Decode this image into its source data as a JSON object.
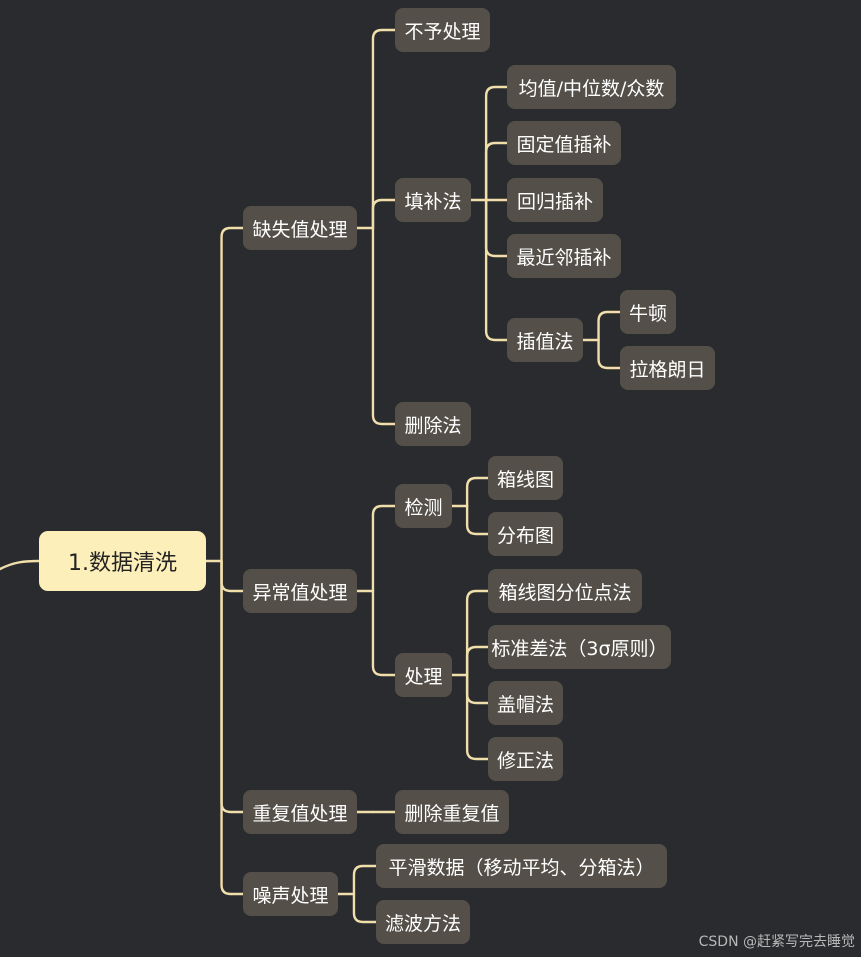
{
  "mindmap": {
    "root": "1.数据清洗",
    "branches": {
      "missing": {
        "label": "缺失值处理",
        "no_action": "不予处理",
        "imputation": {
          "label": "填补法",
          "mean": "均值/中位数/众数",
          "fixed": "固定值插补",
          "regression": "回归插补",
          "knn": "最近邻插补",
          "interp": {
            "label": "插值法",
            "newton": "牛顿",
            "lagrange": "拉格朗日"
          }
        },
        "delete": "删除法"
      },
      "outlier": {
        "label": "异常值处理",
        "detect": {
          "label": "检测",
          "boxplot": "箱线图",
          "distribution": "分布图"
        },
        "handle": {
          "label": "处理",
          "quantile": "箱线图分位点法",
          "sigma": "标准差法（3σ原则）",
          "cap": "盖帽法",
          "fix": "修正法"
        }
      },
      "duplicate": {
        "label": "重复值处理",
        "delete": "删除重复值"
      },
      "noise": {
        "label": "噪声处理",
        "smooth": "平滑数据（移动平均、分箱法）",
        "filter": "滤波方法"
      }
    }
  },
  "watermark": "CSDN @赶紧写完去睡觉",
  "colors": {
    "background": "#2a2b2e",
    "node": "#545049",
    "root": "#fdefb9",
    "link": "#f0deab"
  }
}
